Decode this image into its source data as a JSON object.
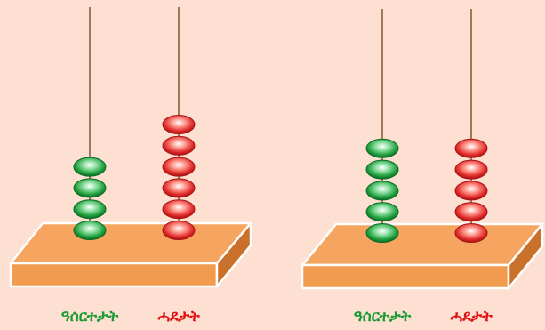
{
  "abaci": [
    {
      "tens": {
        "count": 4,
        "label": "ዓሰርተታት"
      },
      "ones": {
        "count": 6,
        "label": "ሓደታት"
      }
    },
    {
      "tens": {
        "count": 5,
        "label": "ዓሰርተታት"
      },
      "ones": {
        "count": 5,
        "label": "ሓደታት"
      }
    }
  ],
  "colors": {
    "background": "#fde0d2",
    "tens_bead": "#1f9e3c",
    "ones_bead": "#e02a2a",
    "tens_label": "#1a9a33",
    "ones_label": "#e01010",
    "board_top": "#f6a560",
    "board_front": "#f19b4f",
    "board_side": "#c9702a",
    "rod": "#a07a5a"
  }
}
